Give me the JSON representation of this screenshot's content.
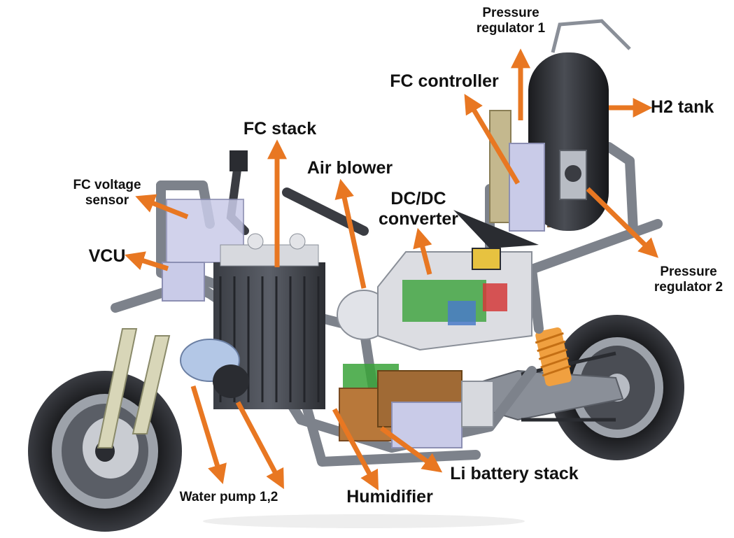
{
  "colors": {
    "arrow": "#e87722",
    "label": "#111111",
    "metal": "#8a8f98",
    "dark": "#2a2c31",
    "component": "#c9cbe8",
    "copper": "#b8783a",
    "spring": "#f0a040",
    "green_pcb": "#3aa33a"
  },
  "labels": {
    "pressure_regulator_1": "Pressure\nregulator 1",
    "fc_controller": "FC controller",
    "h2_tank": "H2 tank",
    "fc_stack": "FC stack",
    "air_blower": "Air blower",
    "fc_voltage_sensor": "FC voltage\nsensor",
    "dc_dc_converter": "DC/DC\nconverter",
    "vcu": "VCU",
    "pressure_regulator_2": "Pressure\nregulator 2",
    "li_battery_stack": "Li battery stack",
    "water_pump": "Water pump 1,2",
    "humidifier": "Humidifier"
  }
}
